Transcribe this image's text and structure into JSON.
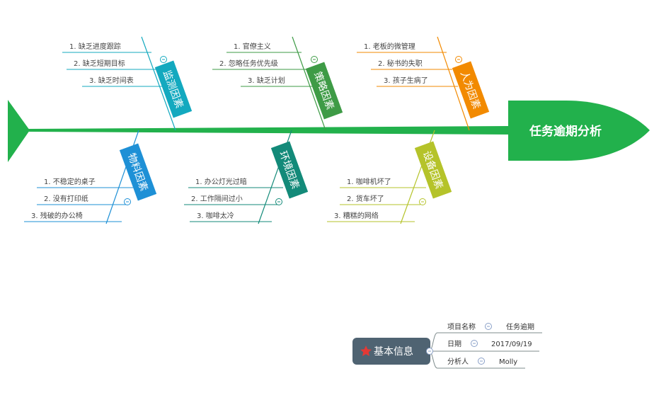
{
  "diagram": {
    "head": {
      "title": "任务逾期分析",
      "color": "#22b14c"
    },
    "categories": [
      {
        "title": "监测因素",
        "color": "#13a9bf",
        "position": "top",
        "causes": [
          "1. 缺乏进度跟踪",
          "2. 缺乏短期目标",
          "3. 缺乏时间表"
        ]
      },
      {
        "title": "策略因素",
        "color": "#3e9b46",
        "position": "top",
        "causes": [
          "1. 官僚主义",
          "2. 忽略任务优先级",
          "3. 缺乏计划"
        ]
      },
      {
        "title": "人为因素",
        "color": "#f28a00",
        "position": "top",
        "causes": [
          "1. 老板的微管理",
          "2. 秘书的失职",
          "3. 孩子生病了"
        ]
      },
      {
        "title": "物料因素",
        "color": "#1e90d6",
        "position": "bottom",
        "causes": [
          "1. 不稳定的桌子",
          "2. 没有打印纸",
          "3. 残破的办公椅"
        ]
      },
      {
        "title": "环境因素",
        "color": "#138a79",
        "position": "bottom",
        "causes": [
          "1. 办公灯光过暗",
          "2. 工作隔间过小",
          "3. 咖啡太冷"
        ]
      },
      {
        "title": "设备因素",
        "color": "#b5c32a",
        "position": "bottom",
        "causes": [
          "1. 咖啡机坏了",
          "2. 货车坏了",
          "3. 糟糕的网络"
        ]
      }
    ]
  },
  "info": {
    "title": "基本信息",
    "star_icon": "star-icon",
    "collapse_icon": "minus-circle-icon",
    "rows": [
      {
        "label": "项目名称",
        "value": "任务逾期"
      },
      {
        "label": "日期",
        "value": "2017/09/19"
      },
      {
        "label": "分析人",
        "value": "Molly"
      }
    ]
  }
}
